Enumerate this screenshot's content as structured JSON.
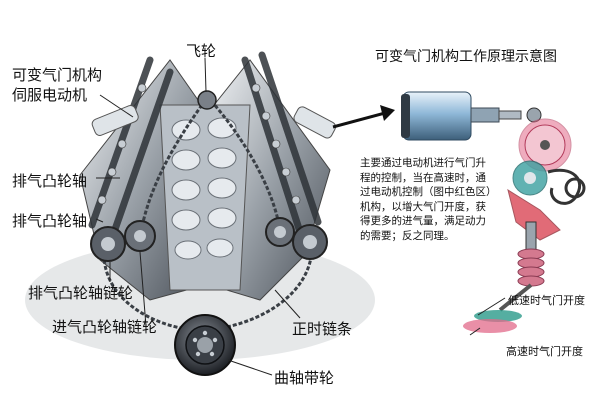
{
  "labels": {
    "servo_motor_line1": "可变气门机构",
    "servo_motor_line2": "伺服电动机",
    "flywheel": "飞轮",
    "exhaust_camshaft_1": "排气凸轮轴",
    "exhaust_camshaft_2": "排气凸轮轴",
    "exhaust_camshaft_sprocket": "排气凸轮轴链轮",
    "intake_camshaft_sprocket": "进气凸轮轴链轮",
    "timing_chain": "正时链条",
    "crankshaft_pulley": "曲轴带轮",
    "low_speed_lift": "低速时气门开度",
    "high_speed_lift": "高速时气门开度"
  },
  "schematic": {
    "title": "可变气门机构工作原理示意图",
    "description": "主要通过电动机进行气门升程的控制，当在高速时，通过电动机控制（图中红色区）机构，以增大气门开度，获得更多的进气量，满足动力的需要；反之同理。"
  },
  "colors": {
    "text": "#111111",
    "metal_light": "#d8dde2",
    "metal_dark": "#4a5058",
    "motor_blue": "#8fb8d8",
    "teal": "#3aa0a0",
    "red_area": "#d83a4a",
    "pink": "#e26a8a"
  }
}
